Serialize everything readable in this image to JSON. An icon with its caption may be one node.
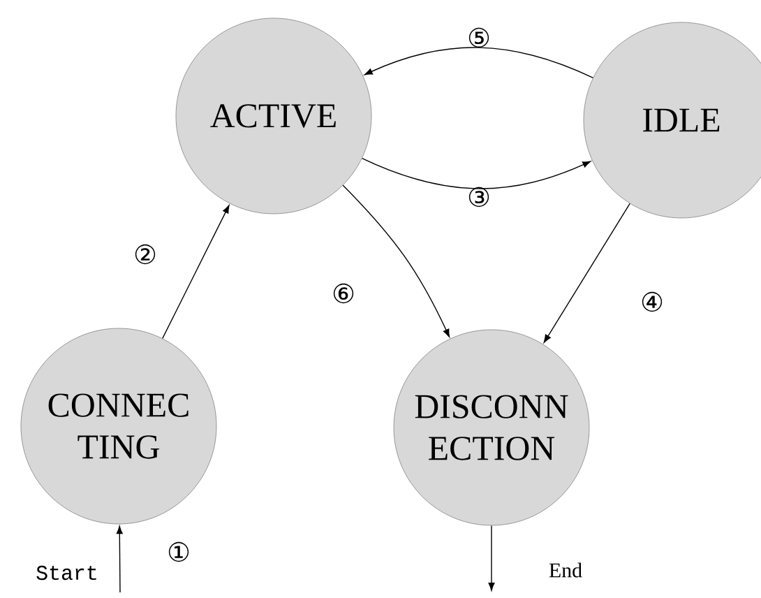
{
  "diagram": {
    "nodes": [
      {
        "text": [
          "CONNEC TING"
        ]
      },
      {
        "text": [
          "ACTIVE"
        ]
      },
      {
        "text": [
          "IDLE"
        ]
      },
      {
        "text": [
          "DISCONN ECTION"
        ]
      }
    ],
    "edges": [
      {
        "from": null,
        "to": 0,
        "arrow": "to",
        "label": "①"
      },
      {
        "from": 0,
        "to": 1,
        "arrow": "to",
        "label": "②"
      },
      {
        "from": 1,
        "to": 2,
        "arrow": "to",
        "label": "③"
      },
      {
        "from": 2,
        "to": 1,
        "arrow": "to",
        "label": "⑤"
      },
      {
        "from": 2,
        "to": 3,
        "arrow": "to",
        "label": "④"
      },
      {
        "from": 1,
        "to": 3,
        "arrow": "to",
        "label": "⑥"
      },
      {
        "from": 3,
        "to": null,
        "arrow": "to"
      }
    ],
    "labels": [
      "Start",
      "End"
    ]
  }
}
